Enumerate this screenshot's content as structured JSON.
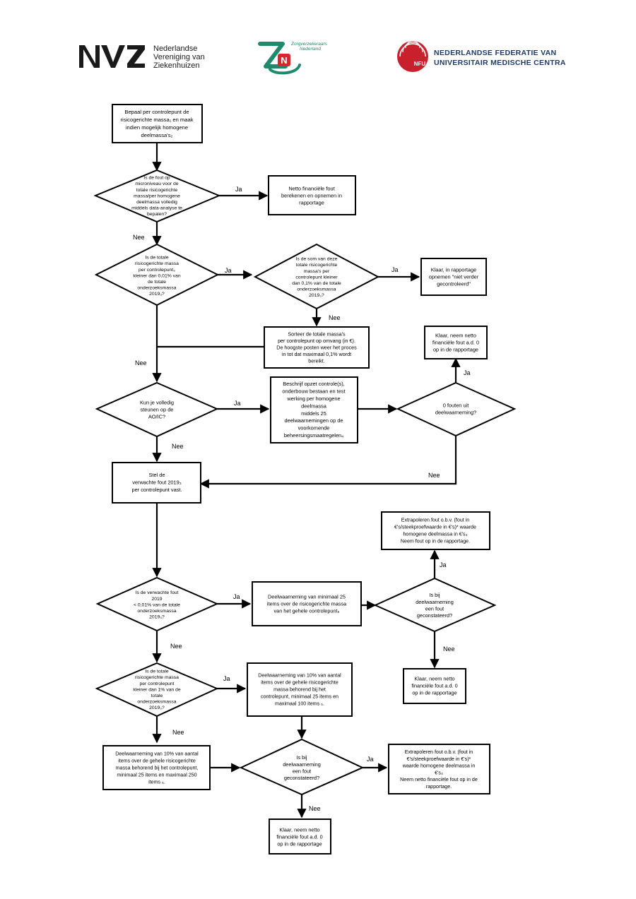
{
  "logos": {
    "nvz": {
      "mark": "NVZ",
      "lines": [
        "Nederlandse",
        "Vereniging van",
        "Ziekenhuizen"
      ]
    },
    "zn": {
      "mark": "ZN",
      "lines": [
        "Zorgverzekeraars",
        "Nederland"
      ]
    },
    "nfu": {
      "mark": "NFU",
      "lines": [
        "NEDERLANDSE FEDERATIE VAN",
        "UNIVERSITAIR MEDISCHE CENTRA"
      ]
    }
  },
  "nodes": {
    "n1": [
      "Bepaal per controlepunt de",
      "risicogerichte massa₁ en maak",
      "indien mogelijk homogene",
      "deelmassa's₂"
    ],
    "d1": [
      "Is de fout op",
      "microniveau voor de",
      "totale risicogerichte",
      "massa/per homogene",
      "deelmassa volledig",
      "middels data-analyse te",
      "bepalen?"
    ],
    "r1": [
      "Netto financiële fout",
      "berekenen en opnemen in",
      "rapportage"
    ],
    "d2": [
      "Is de totale",
      "risicogerichte massa",
      "per controlepunt₃",
      "kleiner dan 0,01% van",
      "de totale",
      "onderzoeksmassa",
      "2019₃?"
    ],
    "d3": [
      "Is de som van deze",
      "totale risicogerichte",
      "massa's per",
      "controlepunt kleiner",
      "dan 0,1% van de totale",
      "onderzoeksmassa",
      "2019₃?"
    ],
    "r2": [
      "Klaar, in rapportage",
      "opnemen \"niet verder",
      "gecontroleerd\""
    ],
    "p1": [
      "Sorteer de totale massa's",
      "per controlepunt op omvang (in €).",
      "De hoogste posten weer het proces",
      "in tot dat maximaal 0,1% wordt",
      "bereikt."
    ],
    "r3": [
      "Klaar, neem netto",
      "financiële fout a.d. 0",
      "op in de rapportage"
    ],
    "d4": [
      "Kun je volledig",
      "steunen op de",
      "AO/IC?"
    ],
    "p2": [
      "Beschrijf opzet controle(s),",
      "onderbouw bestaan en test",
      "werking per homogene",
      "deelmassa",
      "middels 25",
      "deelwaarnemingen op de",
      "voorkomende",
      "beheersingsmaatregelen₄"
    ],
    "d5": [
      "0 fouten uit",
      "deelwaarneming?"
    ],
    "p3": [
      "Stel de",
      "verwachte fout 2019₃",
      "per controlepunt vast."
    ],
    "r4": [
      "Extrapoleren fout o.b.v. (fout in",
      "€'s/steekproefwaarde in €'s)* waarde",
      "homogene deelmassa in €'s₄",
      "Neem fout op in de rapportage."
    ],
    "d6": [
      "Is de verwachte fout",
      "2019",
      "< 0,01% van de totale",
      "onderzoeksmassa",
      "2019₃?"
    ],
    "p4": [
      "Deelwaarneming van minimaal 25",
      "items over de risicogerichte massa",
      "van het gehele controlepunt₅"
    ],
    "d7": [
      "Is bij",
      "deelwaarneming",
      "een fout",
      "geconstateerd?"
    ],
    "r5": [
      "Klaar, neem netto",
      "financiële fout a.d. 0",
      "op in de rapportage"
    ],
    "d8": [
      "Is de totale",
      "risicogerichte massa",
      "per controlepunt",
      "kleiner dan 1% van de",
      "totale",
      "onderzoeksmassa",
      "2019₃?"
    ],
    "p5": [
      "Deelwaarneming van 10% van aantal",
      "items over de gehele risicogerichte",
      "massa behorend bij het",
      "controlepunt, minimaal 25 items en",
      "maximaal 100 items ₅."
    ],
    "p6": [
      "Deelwaarneming van 10% van aantal",
      "items over de gehele risicogerichte",
      "massa behorend bij het controlepunt,",
      "minimaal 25 items en maximaal 250",
      "items ₅."
    ],
    "d9": [
      "Is bij",
      "deelwaarneming",
      "een fout",
      "geconstateerd?"
    ],
    "r6": [
      "Extrapoleren fout o.b.v. (fout in",
      "€'s/steekproefwaarde in €'s)*",
      "waarde homogene deelmassa in",
      "€'s₄",
      "Neem netto financiële fout op in de",
      "rapportage."
    ],
    "r7": [
      "Klaar, neem netto",
      "financiële fout a.d. 0",
      "op in de rapportage"
    ]
  },
  "edge_labels": {
    "d1_yes": "Ja",
    "d1_no": "Nee",
    "d2_yes": "Ja",
    "d3_yes": "Ja",
    "d3_no": "Nee",
    "d2_no": "Nee",
    "d5_yes": "Ja",
    "d4_yes": "Ja",
    "d4_no": "Nee",
    "d5_no": "Nee",
    "r4_yes": "Ja",
    "d6_yes": "Ja",
    "d6_no": "Nee",
    "d7_no": "Nee",
    "d8_yes": "Ja",
    "d8_no": "Nee",
    "d9_yes": "Ja",
    "d9_no": "Nee"
  },
  "colors": {
    "nvz": "#1a1a1a",
    "zn_green": "#1f8a6b",
    "zn_red": "#d7262e",
    "nfu_red": "#c8202c",
    "nfu_blue": "#1f3a68"
  }
}
